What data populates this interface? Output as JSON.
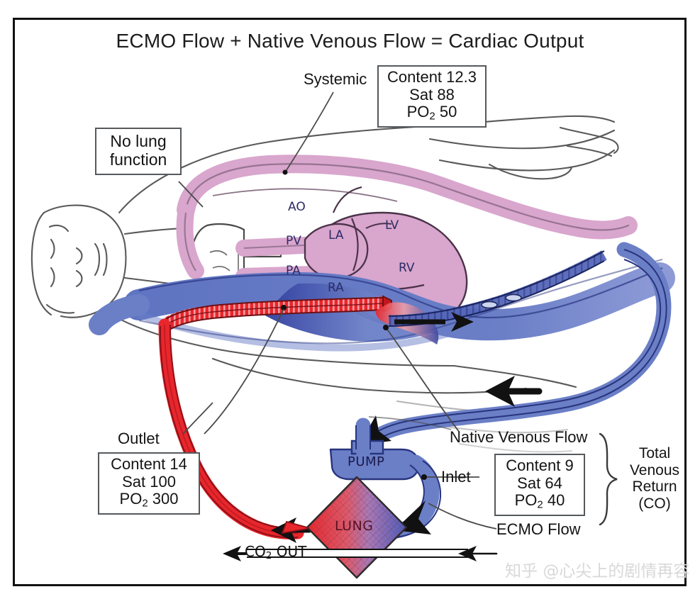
{
  "title": "ECMO Flow + Native Venous Flow = Cardiac Output",
  "callouts": {
    "no_lung_function": "No lung function"
  },
  "labels": {
    "systemic": "Systemic",
    "outlet": "Outlet",
    "inlet": "Inlet",
    "native_venous_flow": "Native Venous Flow",
    "ecmo_flow": "ECMO Flow",
    "co2_out_arrow": "←",
    "co2_out": "CO",
    "co2_out_sub": "2",
    "co2_out_tail": " OUT"
  },
  "total_venous_return": {
    "line1": "Total",
    "line2": "Venous",
    "line3": "Return",
    "line4": "(CO)"
  },
  "boxes": {
    "systemic": {
      "content_label": "Content",
      "content_value": "12.3",
      "sat_label": "Sat",
      "sat_value": "88",
      "po2_label": "PO",
      "po2_sub": "2",
      "po2_value": "50"
    },
    "outlet": {
      "content_label": "Content",
      "content_value": "14",
      "sat_label": "Sat",
      "sat_value": "100",
      "po2_label": "PO",
      "po2_sub": "2",
      "po2_value": "300"
    },
    "inlet": {
      "content_label": "Content",
      "content_value": "9",
      "sat_label": "Sat",
      "sat_value": "64",
      "po2_label": "PO",
      "po2_sub": "2",
      "po2_value": "40"
    }
  },
  "anatomy": {
    "ao": "AO",
    "pv": "PV",
    "pa": "PA",
    "la": "LA",
    "lv": "LV",
    "rv": "RV",
    "ra": "RA"
  },
  "circuit": {
    "pump": "PUMP",
    "lung": "LUNG"
  },
  "watermark": {
    "site": "知乎",
    "user": "@心尖上的剧情再容"
  },
  "colors": {
    "artery_pink": "#d9a6cd",
    "vein_blue": "#6b7fc7",
    "oxygenated_red": "#e8262c",
    "deoxy_dark_blue": "#3a46a0",
    "outline": "#2a2a2a",
    "text": "#141414"
  }
}
